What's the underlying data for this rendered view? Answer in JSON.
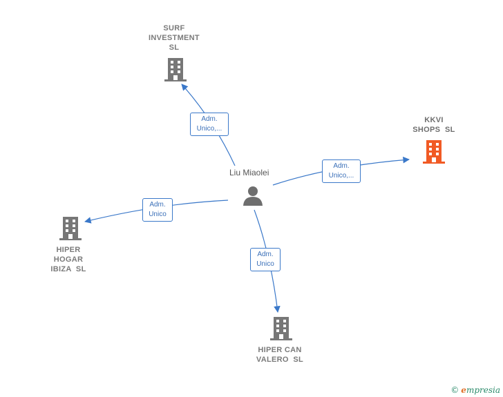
{
  "person": {
    "name": "Liu Miaolei",
    "icon": "person-icon"
  },
  "companies": [
    {
      "id": "surf",
      "lines": [
        "SURF",
        "INVESTMENT",
        "SL"
      ],
      "color": "#777777",
      "icon": "building-icon"
    },
    {
      "id": "kkvi",
      "lines": [
        "KKVI",
        "SHOPS  SL"
      ],
      "color": "#f15a24",
      "icon": "building-icon"
    },
    {
      "id": "hiper-hogar",
      "lines": [
        "HIPER",
        "HOGAR",
        "IBIZA  SL"
      ],
      "color": "#777777",
      "icon": "building-icon"
    },
    {
      "id": "hiper-can",
      "lines": [
        "HIPER CAN",
        "VALERO  SL"
      ],
      "color": "#777777",
      "icon": "building-icon"
    }
  ],
  "edges": [
    {
      "to": "surf",
      "lines": [
        "Adm.",
        "Unico,..."
      ]
    },
    {
      "to": "kkvi",
      "lines": [
        "Adm.",
        "Unico,..."
      ]
    },
    {
      "to": "hiper-hogar",
      "lines": [
        "Adm.",
        "Unico"
      ]
    },
    {
      "to": "hiper-can",
      "lines": [
        "Adm.",
        "Unico"
      ]
    }
  ],
  "colors": {
    "edge": "#3a78c9",
    "building": "#777777",
    "highlight": "#f15a24"
  },
  "footer": {
    "copyright": "©",
    "brand_first": "e",
    "brand_rest": "mpresia"
  }
}
